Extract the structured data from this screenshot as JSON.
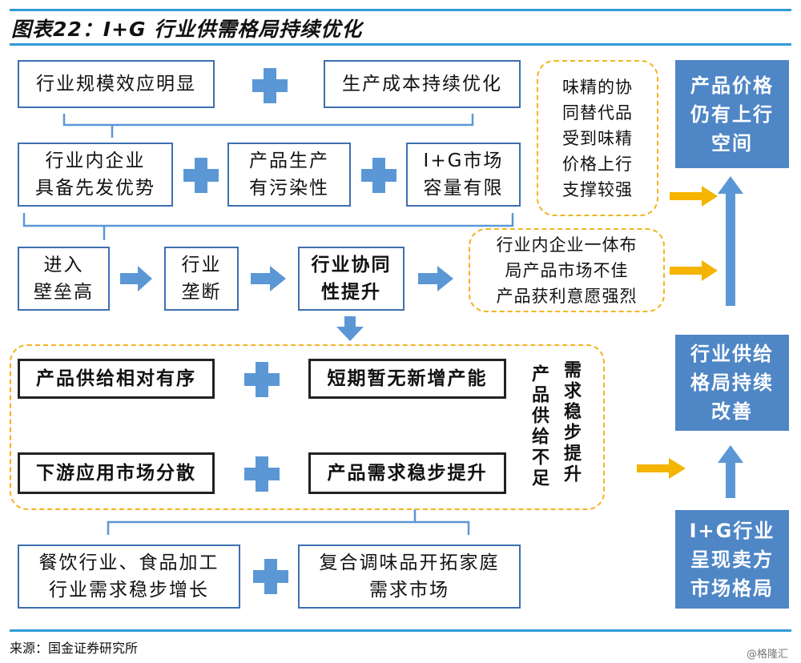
{
  "title": "图表22：I+G 行业供需格局持续优化",
  "row1": [
    "行业规模效应明显",
    "生产成本持续优化"
  ],
  "row2": [
    "行业内企业\n具备先发优势",
    "产品生产\n有污染性",
    "I+G市场\n容量有限"
  ],
  "row3": [
    "进入\n壁垒高",
    "行业\n垄断",
    "行业协同\n性提升"
  ],
  "dashed_top": "味精的协\n同替代品\n受到味精\n价格上行\n支撑较强",
  "dashed_mid": "行业内企业一体布\n局产品市场不佳\n产品获利意愿强烈",
  "supply": {
    "a": "产品供给相对有序",
    "b": "短期暂无新增产能",
    "c": "下游应用市场分散",
    "d": "产品需求稳步提升",
    "v1": "需求稳步提升",
    "v2": "产品供给不足"
  },
  "bottom": [
    "餐饮行业、食品加工\n行业需求稳步增长",
    "复合调味品开拓家庭\n需求市场"
  ],
  "right": [
    "产品价格\n仍有上行\n空间",
    "行业供给\n格局持续\n改善",
    "I+G行业\n呈现卖方\n市场格局"
  ],
  "source": "来源：国金证券研究所",
  "watermark": "@格隆汇",
  "colors": {
    "box_border": "#3E6FB0",
    "blue_fill": "#4F86C6",
    "orange": "#F2B520",
    "rule": "#2E9BD6"
  }
}
